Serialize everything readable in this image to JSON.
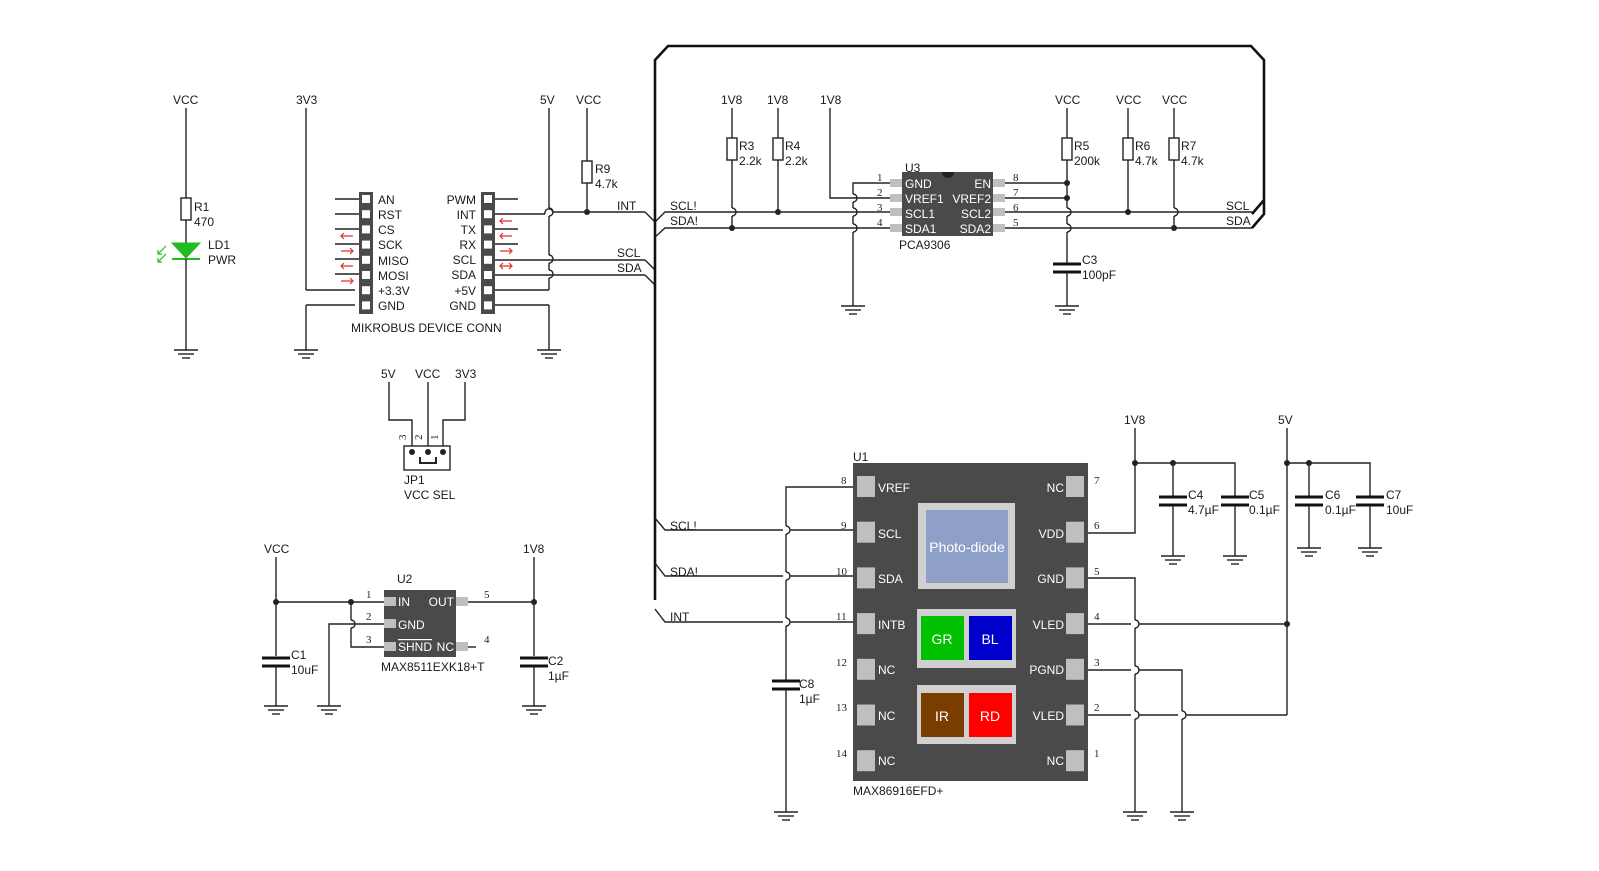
{
  "rails": {
    "vcc": "VCC",
    "v3v3": "3V3",
    "v5": "5V",
    "v1v8": "1V8"
  },
  "led_section": {
    "r1_name": "R1",
    "r1_value": "470",
    "ld1_name": "LD1",
    "ld1_value": "PWR"
  },
  "mikrobus": {
    "title": "MIKROBUS DEVICE CONN",
    "left_pins": [
      "AN",
      "RST",
      "CS",
      "SCK",
      "MISO",
      "MOSI",
      "+3.3V",
      "GND"
    ],
    "right_pins": [
      "PWM",
      "INT",
      "TX",
      "RX",
      "SCL",
      "SDA",
      "+5V",
      "GND"
    ],
    "r9_name": "R9",
    "r9_value": "4.7k"
  },
  "nets": {
    "int": "INT",
    "scl": "SCL",
    "sda": "SDA",
    "scl_bang": "SCL!",
    "sda_bang": "SDA!"
  },
  "jumper": {
    "name": "JP1",
    "label": "VCC SEL",
    "pin1": "1",
    "pin2": "2",
    "pin3": "3"
  },
  "u3": {
    "ref": "U3",
    "part": "PCA9306",
    "left_pins": [
      "GND",
      "VREF1",
      "SCL1",
      "SDA1"
    ],
    "left_nums": [
      "1",
      "2",
      "3",
      "4"
    ],
    "right_pins": [
      "EN",
      "VREF2",
      "SCL2",
      "SDA2"
    ],
    "right_nums": [
      "8",
      "7",
      "6",
      "5"
    ],
    "resistors": [
      {
        "name": "R3",
        "value": "2.2k"
      },
      {
        "name": "R4",
        "value": "2.2k"
      },
      {
        "name": "R5",
        "value": "200k"
      },
      {
        "name": "R6",
        "value": "4.7k"
      },
      {
        "name": "R7",
        "value": "4.7k"
      }
    ],
    "c3_name": "C3",
    "c3_value": "100pF"
  },
  "u2": {
    "ref": "U2",
    "part": "MAX8511EXK18+T",
    "pins": [
      "IN",
      "GND",
      "SHND",
      "OUT",
      "NC"
    ],
    "nums": [
      "1",
      "2",
      "3",
      "5",
      "4"
    ],
    "c1_name": "C1",
    "c1_value": "10uF",
    "c2_name": "C2",
    "c2_value": "1µF"
  },
  "u1": {
    "ref": "U1",
    "part": "MAX86916EFD+",
    "left_pins": [
      "VREF",
      "SCL",
      "SDA",
      "INTB",
      "NC",
      "NC",
      "NC"
    ],
    "left_nums": [
      "8",
      "9",
      "10",
      "11",
      "12",
      "13",
      "14"
    ],
    "right_pins": [
      "NC",
      "VDD",
      "GND",
      "VLED",
      "PGND",
      "VLED",
      "NC"
    ],
    "right_nums": [
      "7",
      "6",
      "5",
      "4",
      "3",
      "2",
      "1"
    ],
    "photodiode": "Photo-diode",
    "leds": [
      "GR",
      "BL",
      "IR",
      "RD"
    ],
    "led_colors": [
      "#00c000",
      "#0000cc",
      "#7a3d00",
      "#ff0000"
    ],
    "c8_name": "C8",
    "c8_value": "1µF",
    "caps": [
      {
        "name": "C4",
        "value": "4.7µF"
      },
      {
        "name": "C5",
        "value": "0.1µF"
      },
      {
        "name": "C6",
        "value": "0.1µF"
      },
      {
        "name": "C7",
        "value": "10uF"
      }
    ]
  },
  "colors": {
    "chip": "#4a4a4a",
    "pin_pad": "#bfbfbf",
    "led_green": "#22bb22",
    "arrow_red": "#e0302a",
    "photodiode": "#8fa0c8"
  }
}
